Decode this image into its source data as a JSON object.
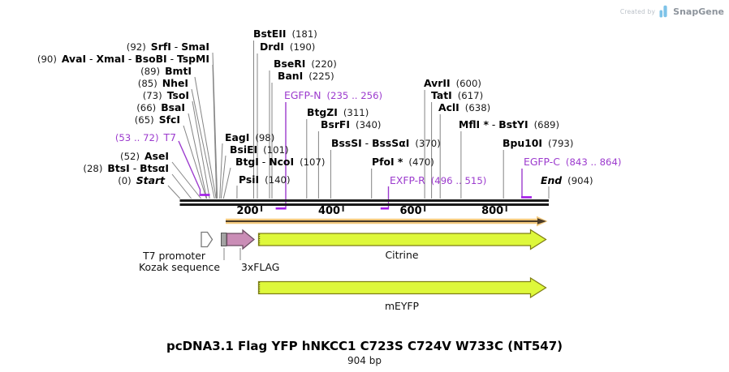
{
  "header": {
    "created_by": "Created by",
    "brand": "SnapGene"
  },
  "map": {
    "length_bp": 904,
    "ruler_ticks": [
      200,
      400,
      600,
      800
    ],
    "colors": {
      "annotation_purple": "#9C3BCE",
      "bracket_purple": "#A21BE8",
      "enzyme_text": "#000000",
      "pos_text": "#1a1a1a",
      "leader_gray": "#848484",
      "sequence_black": "#1a1a1a",
      "orf_orange": "#F3C97D",
      "orf_core": "#4a3b28",
      "yellow_fill": "#DEF83B",
      "yellow_stroke": "#7f7f14",
      "flag_fill": "#CA8DB6",
      "flag_stroke": "#6b4b60",
      "kozak_fill": "#A3A3A3",
      "kozak_stroke": "#555555",
      "promoter_fill": "#FFFFFF",
      "promoter_stroke": "#7a7a7a",
      "feature_text": "#111111",
      "logo_blue": "#7EC3E8"
    },
    "sites": [
      {
        "name": "SrfI - SmaI",
        "pos": "(92)",
        "bp": 92,
        "style": "enzyme",
        "format": "pos-first"
      },
      {
        "name": "AvaI - XmaI - BsoBI - TspMI",
        "pos": "(90)",
        "bp": 90,
        "style": "enzyme",
        "format": "pos-first"
      },
      {
        "name": "BmtI",
        "pos": "(89)",
        "bp": 89,
        "style": "enzyme",
        "format": "pos-first"
      },
      {
        "name": "NheI",
        "pos": "(85)",
        "bp": 85,
        "style": "enzyme",
        "format": "pos-first"
      },
      {
        "name": "TsoI",
        "pos": "(73)",
        "bp": 73,
        "style": "enzyme",
        "format": "pos-first"
      },
      {
        "name": "BsaI",
        "pos": "(66)",
        "bp": 66,
        "style": "enzyme",
        "format": "pos-first"
      },
      {
        "name": "SfcI",
        "pos": "(65)",
        "bp": 65,
        "style": "enzyme",
        "format": "pos-first"
      },
      {
        "name": "T7",
        "pos": "(53 .. 72)",
        "style": "annotation",
        "format": "pos-first"
      },
      {
        "name": "AseI",
        "pos": "(52)",
        "bp": 52,
        "style": "enzyme",
        "format": "pos-first"
      },
      {
        "name": "BtsI - BtsαI",
        "pos": "(28)",
        "bp": 28,
        "style": "enzyme",
        "format": "pos-first"
      },
      {
        "name": "Start",
        "pos": "(0)",
        "bp": 0,
        "style": "terminus",
        "format": "pos-first"
      },
      {
        "name": "BstEII",
        "pos": "(181)",
        "bp": 181,
        "style": "enzyme",
        "format": "name-first"
      },
      {
        "name": "DrdI",
        "pos": "(190)",
        "bp": 190,
        "style": "enzyme",
        "format": "name-first"
      },
      {
        "name": "BseRI",
        "pos": "(220)",
        "bp": 220,
        "style": "enzyme",
        "format": "name-first"
      },
      {
        "name": "BanI",
        "pos": "(225)",
        "bp": 225,
        "style": "enzyme",
        "format": "name-first"
      },
      {
        "name": "EGFP-N",
        "pos": "(235 .. 256)",
        "style": "annotation",
        "format": "name-first"
      },
      {
        "name": "BtgZI",
        "pos": "(311)",
        "bp": 311,
        "style": "enzyme",
        "format": "name-first"
      },
      {
        "name": "BsrFI",
        "pos": "(340)",
        "bp": 340,
        "style": "enzyme",
        "format": "name-first"
      },
      {
        "name": "EagI",
        "pos": "(98)",
        "bp": 98,
        "style": "enzyme",
        "format": "name-first"
      },
      {
        "name": "BsiEI",
        "pos": "(101)",
        "bp": 101,
        "style": "enzyme",
        "format": "name-first"
      },
      {
        "name": "BtgI - NcoI",
        "pos": "(107)",
        "bp": 107,
        "style": "enzyme",
        "format": "name-first"
      },
      {
        "name": "PsiI",
        "pos": "(140)",
        "bp": 140,
        "style": "enzyme",
        "format": "name-first"
      },
      {
        "name": "BssSI - BssSαI",
        "pos": "(370)",
        "bp": 370,
        "style": "enzyme",
        "format": "name-first"
      },
      {
        "name": "PfoI *",
        "pos": "(470)",
        "bp": 470,
        "style": "enzyme",
        "format": "name-first"
      },
      {
        "name": "EXFP-R",
        "pos": "(496 .. 515)",
        "style": "annotation",
        "format": "name-first"
      },
      {
        "name": "AvrII",
        "pos": "(600)",
        "bp": 600,
        "style": "enzyme",
        "format": "name-first"
      },
      {
        "name": "TatI",
        "pos": "(617)",
        "bp": 617,
        "style": "enzyme",
        "format": "name-first"
      },
      {
        "name": "AclI",
        "pos": "(638)",
        "bp": 638,
        "style": "enzyme",
        "format": "name-first"
      },
      {
        "name": "MflI * - BstYI",
        "pos": "(689)",
        "bp": 689,
        "style": "enzyme",
        "format": "name-first"
      },
      {
        "name": "Bpu10I",
        "pos": "(793)",
        "bp": 793,
        "style": "enzyme",
        "format": "name-first"
      },
      {
        "name": "EGFP-C",
        "pos": "(843 .. 864)",
        "style": "annotation",
        "format": "name-first"
      },
      {
        "name": "End",
        "pos": "(904)",
        "bp": 904,
        "style": "terminus",
        "format": "name-first"
      }
    ]
  },
  "features": {
    "items": [
      {
        "label": "T7 promoter"
      },
      {
        "label": "Kozak sequence"
      },
      {
        "label": "3xFLAG"
      },
      {
        "label": "Citrine"
      },
      {
        "label": "mEYFP"
      }
    ]
  },
  "footer": {
    "title": "pcDNA3.1 Flag YFP hNKCC1 C723S C724V W733C (NT547)",
    "length_label": "904 bp"
  }
}
